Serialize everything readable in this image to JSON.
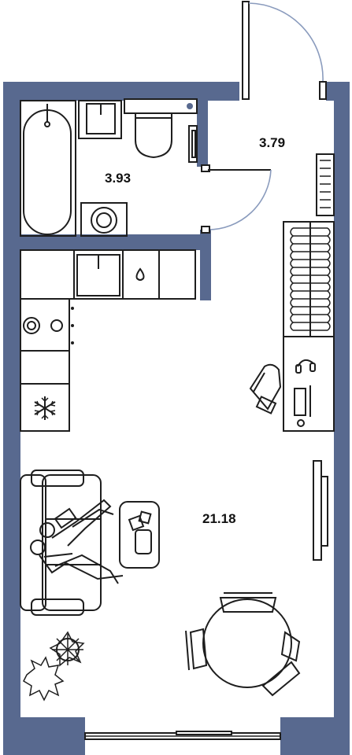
{
  "rooms": [
    {
      "id": "bathroom",
      "area": "3.93"
    },
    {
      "id": "hallway",
      "area": "3.79"
    },
    {
      "id": "living",
      "area": "21.18"
    }
  ],
  "colors": {
    "wall": "#58698f",
    "line": "#1e1e1e",
    "door": "#8a9bbd"
  },
  "icons": [
    "bathtub-icon",
    "sink-icon",
    "toilet-icon",
    "washing-machine-icon",
    "stove-icon",
    "fridge-snowflake-icon",
    "sofa-icon",
    "armchair-icon",
    "dining-table-icon",
    "plant-icon",
    "radiator-icon",
    "tv-icon"
  ]
}
